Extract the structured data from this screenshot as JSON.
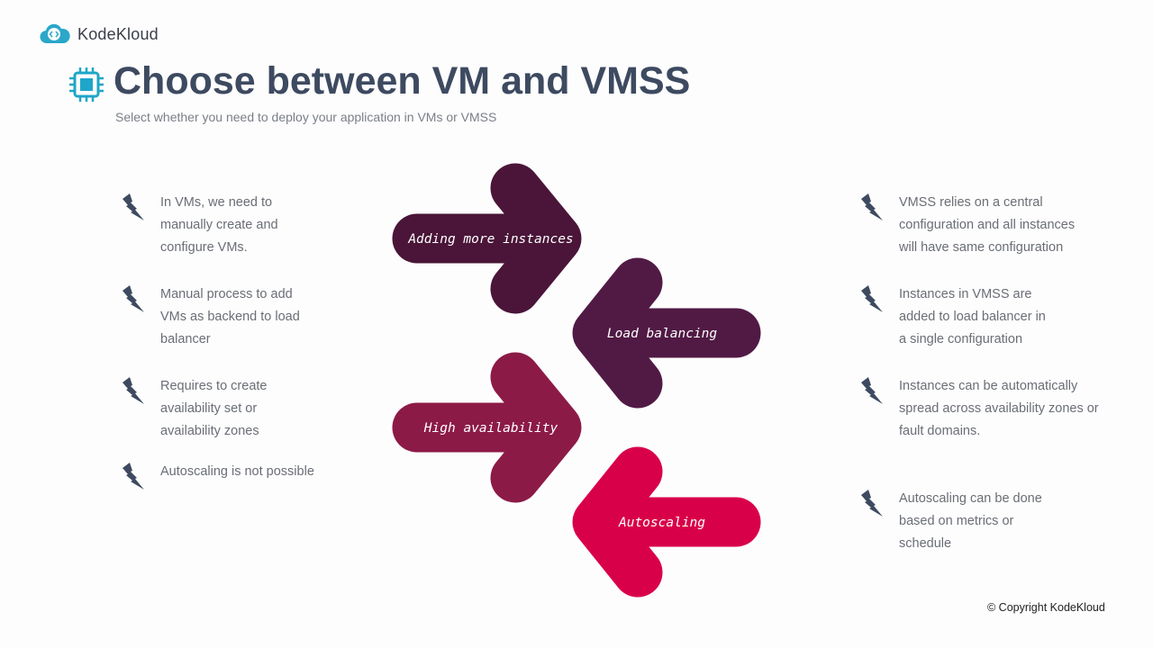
{
  "brand": {
    "name": "KodeKloud"
  },
  "header": {
    "title": "Choose between VM and VMSS",
    "subtitle": "Select whether you need to deploy your application in VMs or VMSS"
  },
  "left_items": [
    {
      "lines": [
        "In VMs, we need to",
        "manually create and",
        "configure VMs."
      ]
    },
    {
      "lines": [
        "Manual process to add",
        "VMs as backend to load",
        "balancer"
      ]
    },
    {
      "lines": [
        "Requires to create",
        "availability set or",
        "availability zones"
      ]
    },
    {
      "lines": [
        "Autoscaling is not possible"
      ]
    }
  ],
  "right_items": [
    {
      "lines": [
        "VMSS relies on a central",
        "configuration and all instances",
        "will have same configuration"
      ]
    },
    {
      "lines": [
        "Instances in VMSS are",
        "added to load balancer in",
        "a single configuration"
      ]
    },
    {
      "lines": [
        "Instances can be automatically",
        "spread across availability zones or",
        "fault domains."
      ]
    },
    {
      "lines": [
        "Autoscaling can be done",
        "based on metrics or",
        "schedule"
      ]
    }
  ],
  "arrows": [
    {
      "label": "Adding more instances",
      "direction": "right",
      "color": "#4a1538"
    },
    {
      "label": "Load balancing",
      "direction": "left",
      "color": "#511a45"
    },
    {
      "label": "High availability",
      "direction": "right",
      "color": "#8c1a47"
    },
    {
      "label": "Autoscaling",
      "direction": "left",
      "color": "#d9004a"
    }
  ],
  "colors": {
    "title": "#3d4a60",
    "accent": "#1ea6c8",
    "bolt": "#3d4a60"
  },
  "footer": {
    "copyright": "© Copyright KodeKloud"
  }
}
